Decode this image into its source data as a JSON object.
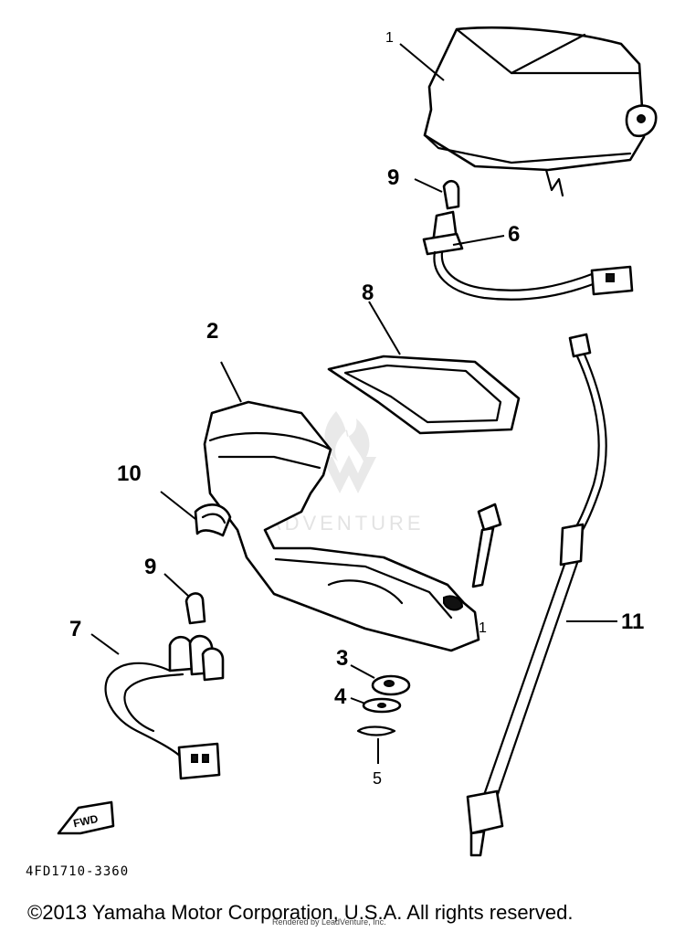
{
  "callouts": {
    "c1_top": "1",
    "c9_top": "9",
    "c6": "6",
    "c8": "8",
    "c2": "2",
    "c10": "10",
    "c9_left": "9",
    "c7": "7",
    "c1_mid": "1",
    "c3": "3",
    "c4": "4",
    "c5": "5",
    "c11": "11"
  },
  "fwd_label": "FWD",
  "part_number": "4FD1710-3360",
  "watermark": "LEADVENTURE",
  "copyright": "©2013 Yamaha Motor Corporation, U.S.A. All rights reserved.",
  "rendered_by": "Rendered by LeadVenture, Inc."
}
